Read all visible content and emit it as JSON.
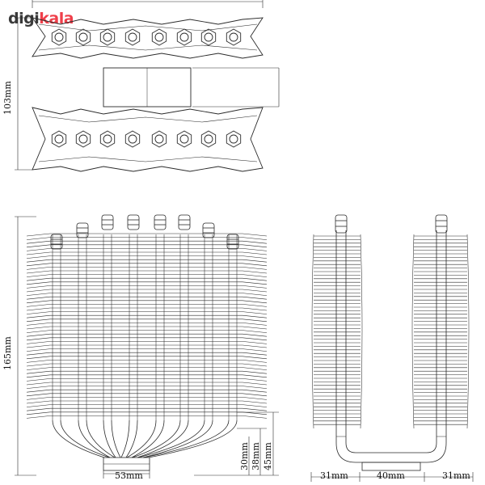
{
  "brand": {
    "name_part1": "digi",
    "name_part2": "kala",
    "color_part1": "#3a3a3a",
    "color_part2": "#ef3f4a"
  },
  "dimensions": {
    "top_depth": "103mm",
    "height": "165mm",
    "base_width": "53mm",
    "offset_30": "30mm",
    "offset_38": "38mm",
    "offset_45": "45mm",
    "side_left": "31mm",
    "side_center": "40mm",
    "side_right": "31mm"
  },
  "colors": {
    "line": "#2a2a2a",
    "fill": "#ffffff"
  }
}
